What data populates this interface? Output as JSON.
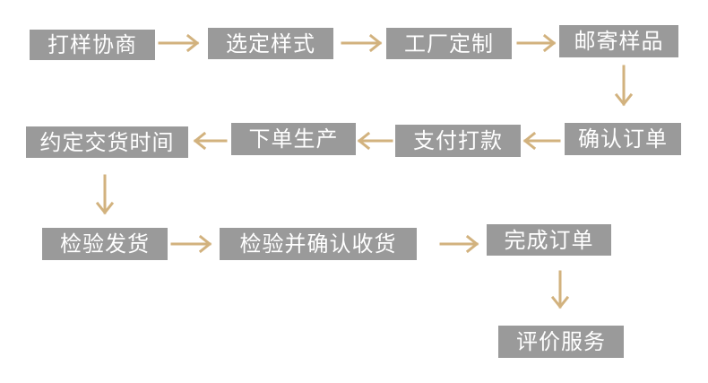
{
  "colors": {
    "box": "#9a9a9a",
    "text": "#ffffff",
    "arrow": "#d2b27e"
  },
  "steps": [
    {
      "label": "打样协商"
    },
    {
      "label": "选定样式"
    },
    {
      "label": "工厂定制"
    },
    {
      "label": "邮寄样品"
    },
    {
      "label": "确认订单"
    },
    {
      "label": "支付打款"
    },
    {
      "label": "下单生产"
    },
    {
      "label": "约定交货时间"
    },
    {
      "label": "检验发货"
    },
    {
      "label": "检验并确认收货"
    },
    {
      "label": "完成订单"
    },
    {
      "label": "评价服务"
    }
  ]
}
